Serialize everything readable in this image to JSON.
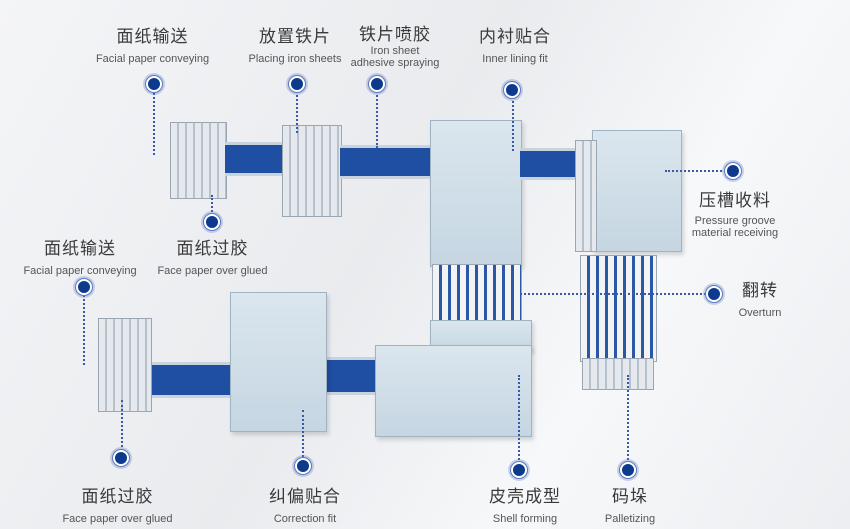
{
  "stations": [
    {
      "zh": "面纸输送",
      "en": "Facial paper conveying"
    },
    {
      "zh": "放置铁片",
      "en": "Placing iron sheets"
    },
    {
      "zh": "铁片喷胶",
      "en": "Iron sheet adhesive spraying",
      "en1": "Iron sheet",
      "en2": "adhesive spraying"
    },
    {
      "zh": "内衬贴合",
      "en": "Inner lining fit"
    },
    {
      "zh": "压槽收料",
      "en": "Pressure groove material receiving",
      "en1": "Pressure groove",
      "en2": "material receiving"
    },
    {
      "zh": "面纸过胶",
      "en": "Face paper over glued"
    },
    {
      "zh": "面纸输送",
      "en": "Facial paper conveying"
    },
    {
      "zh": "翻转",
      "en": "Overturn"
    },
    {
      "zh": "面纸过胶",
      "en": "Face paper over glued"
    },
    {
      "zh": "纠偏贴合",
      "en": "Correction fit"
    },
    {
      "zh": "皮壳成型",
      "en": "Shell forming"
    },
    {
      "zh": "码垛",
      "en": "Palletizing"
    }
  ],
  "colors": {
    "accent": "#0d3a8c",
    "conveyor": "#1f4fa3"
  }
}
